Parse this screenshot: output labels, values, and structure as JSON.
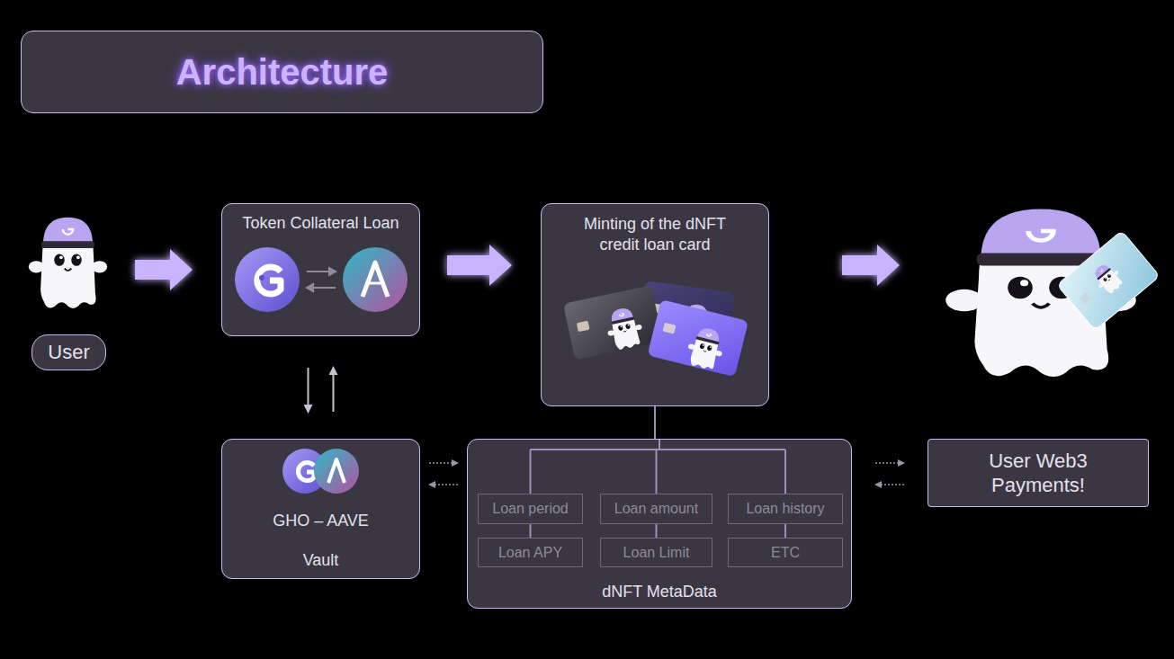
{
  "diagram": {
    "title": "Architecture",
    "nodes": [
      {
        "text": [
          "User"
        ]
      },
      {
        "text": [
          "Token Collateral Loan"
        ]
      },
      {
        "text": [
          "Minting of the dNFT credit loan card"
        ]
      },
      {
        "text": [
          "GHO – AAVE",
          "Vault"
        ]
      },
      {
        "text": [
          "dNFT MetaData"
        ]
      },
      {
        "text": [
          "Loan period"
        ],
        "in": 4
      },
      {
        "text": [
          "Loan amount"
        ],
        "in": 4
      },
      {
        "text": [
          "Loan history"
        ],
        "in": 4
      },
      {
        "text": [
          "Loan APY"
        ],
        "in": 4
      },
      {
        "text": [
          "Loan Limit"
        ],
        "in": 4
      },
      {
        "text": [
          "ETC"
        ],
        "in": 4
      },
      {
        "text": [
          "User Web3 Payments!"
        ]
      }
    ],
    "edges": [
      {
        "from": 0,
        "to": 1,
        "arrow": "to"
      },
      {
        "from": 1,
        "to": 2,
        "arrow": "to"
      },
      {
        "from": 1,
        "to": 3,
        "arrow": "both"
      },
      {
        "from": 3,
        "to": 4,
        "arrow": "both"
      },
      {
        "from": 2,
        "to": 4,
        "arrow": "none"
      },
      {
        "from": 4,
        "to": 11,
        "arrow": "both"
      }
    ]
  }
}
